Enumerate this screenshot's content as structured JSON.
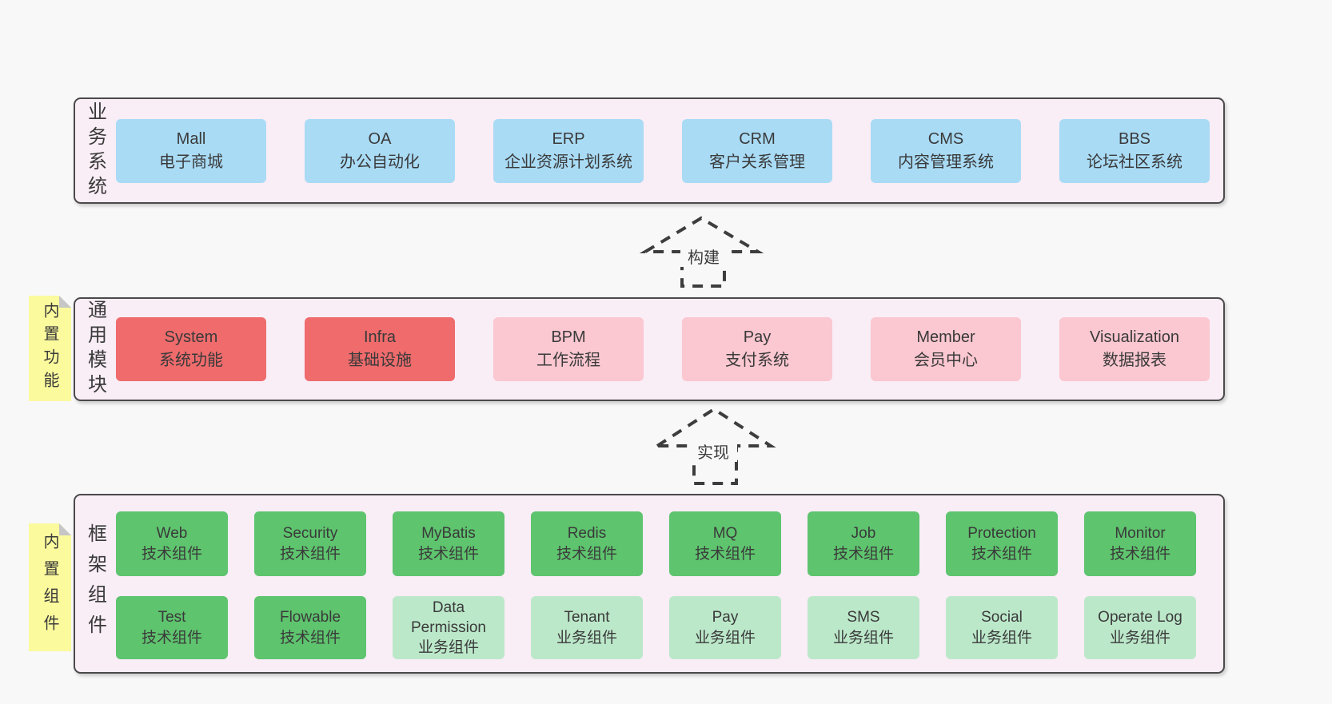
{
  "colors": {
    "page_bg": "#f8f8f8",
    "panel_bg": "#f9edf6",
    "panel_border": "#4a4a4a",
    "text": "#3a3a3a",
    "blue": "#a9dbf5",
    "red": "#ef6b6c",
    "pink": "#fbc7d0",
    "green": "#5ec46e",
    "green_light": "#bce8ca",
    "sticky_yellow": "#fbfa9d",
    "sticky_fold": "#c6c6c6",
    "arrow": "#3d3d3d"
  },
  "layers": {
    "business": {
      "label": "业务系统",
      "boxes": [
        {
          "name": "Mall",
          "desc": "电子商城",
          "variant": "blue"
        },
        {
          "name": "OA",
          "desc": "办公自动化",
          "variant": "blue"
        },
        {
          "name": "ERP",
          "desc": "企业资源计划系统",
          "variant": "blue"
        },
        {
          "name": "CRM",
          "desc": "客户关系管理",
          "variant": "blue"
        },
        {
          "name": "CMS",
          "desc": "内容管理系统",
          "variant": "blue"
        },
        {
          "name": "BBS",
          "desc": "论坛社区系统",
          "variant": "blue"
        }
      ]
    },
    "modules": {
      "label": "通用模块",
      "sticky": "内置功能",
      "boxes": [
        {
          "name": "System",
          "desc": "系统功能",
          "variant": "red"
        },
        {
          "name": "Infra",
          "desc": "基础设施",
          "variant": "red"
        },
        {
          "name": "BPM",
          "desc": "工作流程",
          "variant": "pink"
        },
        {
          "name": "Pay",
          "desc": "支付系统",
          "variant": "pink"
        },
        {
          "name": "Member",
          "desc": "会员中心",
          "variant": "pink"
        },
        {
          "name": "Visualization",
          "desc": "数据报表",
          "variant": "pink"
        }
      ]
    },
    "components": {
      "label": "框架组件",
      "sticky": "内置组件",
      "rows": [
        [
          {
            "name": "Web",
            "desc": "技术组件",
            "variant": "green"
          },
          {
            "name": "Security",
            "desc": "技术组件",
            "variant": "green"
          },
          {
            "name": "MyBatis",
            "desc": "技术组件",
            "variant": "green"
          },
          {
            "name": "Redis",
            "desc": "技术组件",
            "variant": "green"
          },
          {
            "name": "MQ",
            "desc": "技术组件",
            "variant": "green"
          },
          {
            "name": "Job",
            "desc": "技术组件",
            "variant": "green"
          },
          {
            "name": "Protection",
            "desc": "技术组件",
            "variant": "green"
          },
          {
            "name": "Monitor",
            "desc": "技术组件",
            "variant": "green"
          }
        ],
        [
          {
            "name": "Test",
            "desc": "技术组件",
            "variant": "green"
          },
          {
            "name": "Flowable",
            "desc": "技术组件",
            "variant": "green"
          },
          {
            "name": "Data Permission",
            "desc": "业务组件",
            "variant": "green-light"
          },
          {
            "name": "Tenant",
            "desc": "业务组件",
            "variant": "green-light"
          },
          {
            "name": "Pay",
            "desc": "业务组件",
            "variant": "green-light"
          },
          {
            "name": "SMS",
            "desc": "业务组件",
            "variant": "green-light"
          },
          {
            "name": "Social",
            "desc": "业务组件",
            "variant": "green-light"
          },
          {
            "name": "Operate Log",
            "desc": "业务组件",
            "variant": "green-light"
          }
        ]
      ]
    }
  },
  "arrows": {
    "build": {
      "label": "构建"
    },
    "implement": {
      "label": "实现"
    }
  }
}
